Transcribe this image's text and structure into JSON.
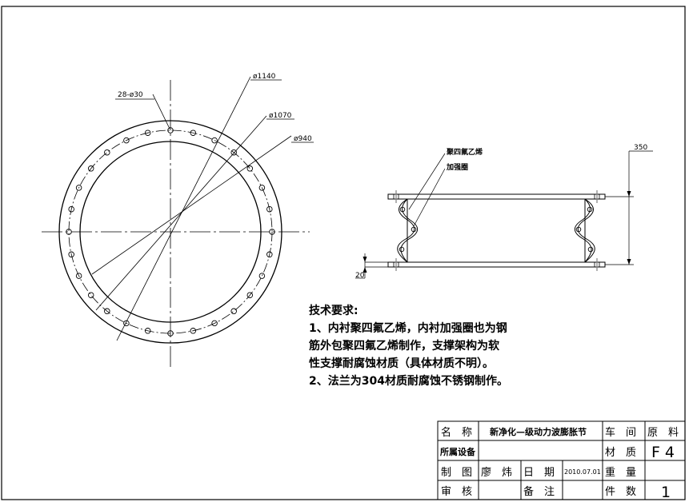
{
  "drawing": {
    "dims": {
      "holes": "28-ø30",
      "d_outer": "ø1140",
      "d_pitch": "ø1070",
      "d_inner": "ø940",
      "height": "350",
      "flange": "20"
    },
    "side_labels": {
      "liner": "聚四氟乙烯",
      "ring": "加强圈"
    },
    "notes": {
      "title": "技术要求:",
      "line1": "1、内衬聚四氟乙烯，内衬加强圈也为钢",
      "line2": "筋外包聚四氟乙烯制作，支撑架构为软",
      "line3": "性支撑耐腐蚀材质（具体材质不明）。",
      "line4": "2、法兰为304材质耐腐蚀不锈钢制作。"
    }
  },
  "title_block": {
    "name_label": "名　称",
    "name_value": "新净化—级动力波膨胀节",
    "workshop_label": "车　间",
    "raw_label": "原　料",
    "equip_label": "所属设备",
    "material_label": "材　质",
    "material_value": "F4",
    "drawn_label": "制　图",
    "drawn_value": "廖　炜",
    "date_label": "日　期",
    "date_value": "2010.07.01",
    "weight_label": "重　量",
    "check_label": "审　核",
    "remark_label": "备　注",
    "qty_label": "件　数",
    "qty_value": "1"
  }
}
